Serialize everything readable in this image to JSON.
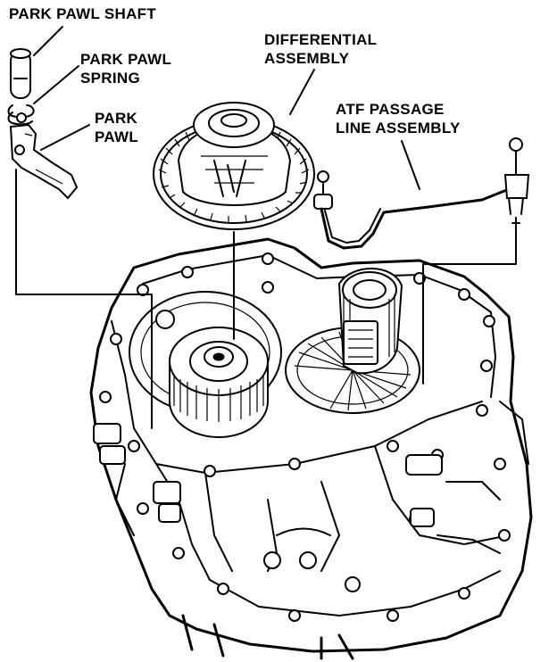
{
  "labels": {
    "park_pawl_shaft": "PARK PAWL SHAFT",
    "park_pawl_spring_1": "PARK PAWL",
    "park_pawl_spring_2": "SPRING",
    "park_pawl_1": "PARK",
    "park_pawl_2": "PAWL",
    "differential_1": "DIFFERENTIAL",
    "differential_2": "ASSEMBLY",
    "atf_1": "ATF PASSAGE",
    "atf_2": "LINE ASSEMBLY"
  },
  "colors": {
    "ink": "#000000",
    "paper": "#ffffff"
  }
}
